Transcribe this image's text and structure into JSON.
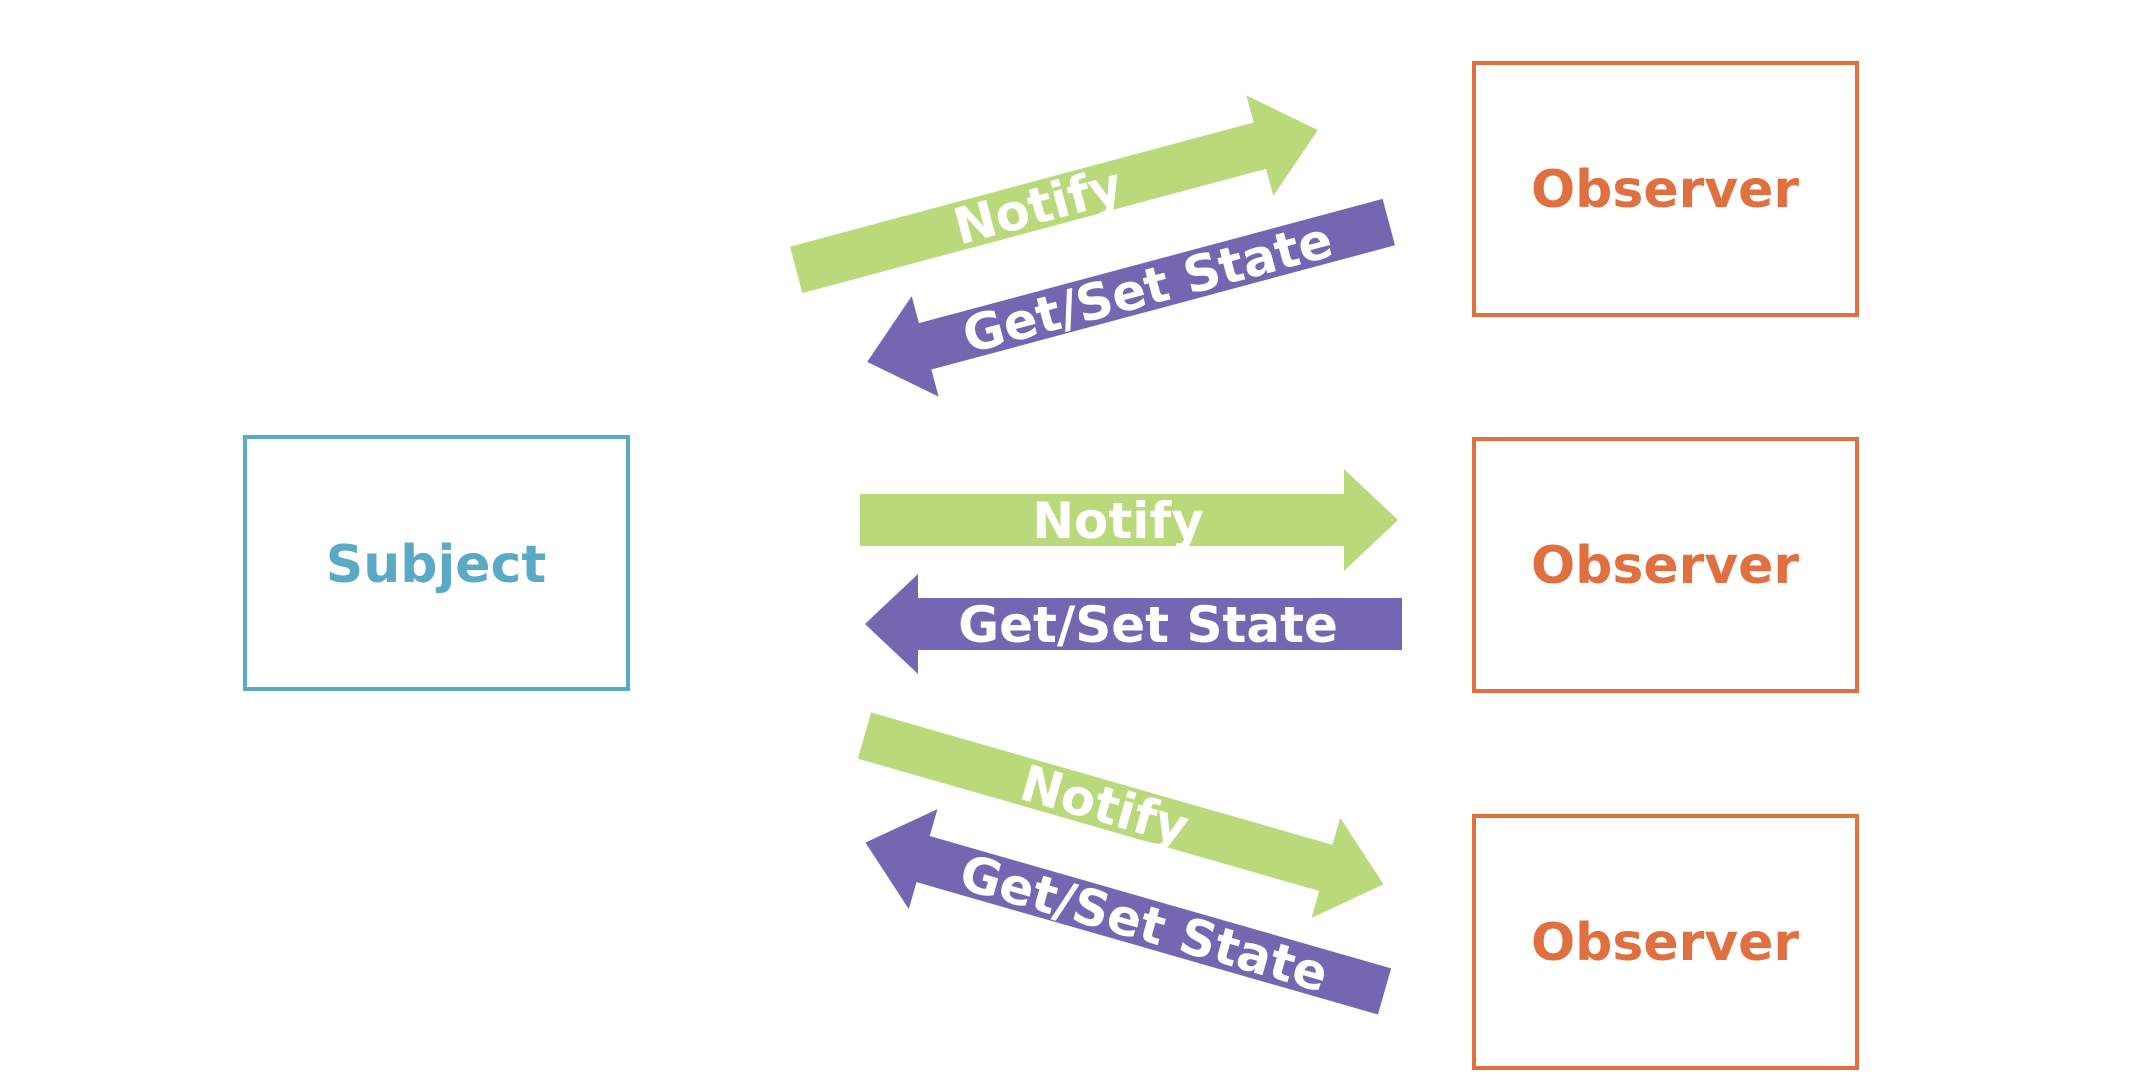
{
  "colors": {
    "background": "#ffffff",
    "subject": "#5aa9c5",
    "observer": "#e07040",
    "notify_arrow": "#b9d97a",
    "state_arrow": "#7566b1",
    "arrow_text": "#ffffff"
  },
  "subject": {
    "label": "Subject"
  },
  "observers": [
    {
      "label": "Observer",
      "notify_label": "Notify",
      "state_label": "Get/Set State"
    },
    {
      "label": "Observer",
      "notify_label": "Notify",
      "state_label": "Get/Set State"
    },
    {
      "label": "Observer",
      "notify_label": "Notify",
      "state_label": "Get/Set State"
    }
  ]
}
